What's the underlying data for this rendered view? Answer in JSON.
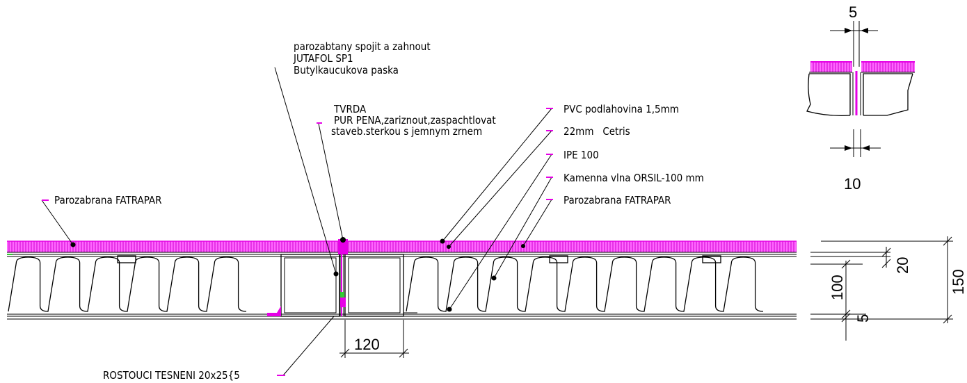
{
  "labels": {
    "vapor_joint_line1": "parozabtany spojit a zahnout",
    "vapor_joint_line2": "JUTAFOL SP1",
    "vapor_joint_line3": "Butylkaucukova paska",
    "foam_line1": "TVRDA",
    "foam_line2": "PUR PENA,zariznout,zaspachtlovat",
    "foam_line3": "staveb.sterkou s jemnym zrnem",
    "pvc": "PVC podlahovina 1,5mm",
    "cetris": "22mm   Cetris",
    "ipe": "IPE 100",
    "wool": "Kamenna vlna ORSIL-100 mm",
    "vapor_right": "Parozabrana FATRAPAR",
    "vapor_left": "Parozabrana FATRAPAR",
    "seal": "ROSTOUCI TESNENI 20x25{5"
  },
  "dimensions": {
    "gap_top": "5",
    "gap_bottom": "10",
    "width_main": "120",
    "d20": "20",
    "d100": "100",
    "d5": "5",
    "d150": "150"
  },
  "colors": {
    "membrane": "#e600e6",
    "line": "#000000",
    "foam": "#33cc33"
  }
}
